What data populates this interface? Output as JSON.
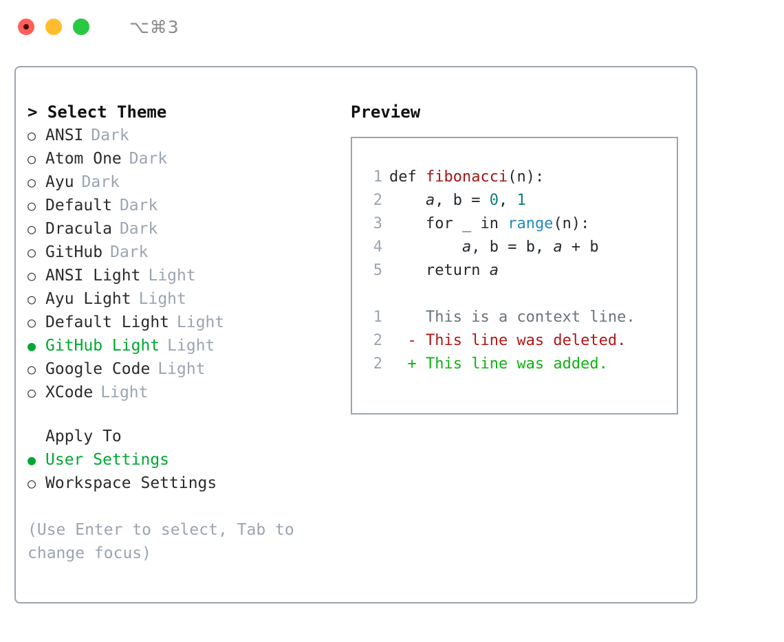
{
  "titlebar": {
    "shortcut": "⌥⌘3",
    "buttons": [
      "close",
      "minimize",
      "zoom"
    ]
  },
  "theme_picker": {
    "header": "> Select Theme",
    "items": [
      {
        "marker": "○",
        "label": "ANSI",
        "suffix": "Dark",
        "selected": false
      },
      {
        "marker": "○",
        "label": "Atom One",
        "suffix": "Dark",
        "selected": false
      },
      {
        "marker": "○",
        "label": "Ayu",
        "suffix": "Dark",
        "selected": false
      },
      {
        "marker": "○",
        "label": "Default",
        "suffix": "Dark",
        "selected": false
      },
      {
        "marker": "○",
        "label": "Dracula",
        "suffix": "Dark",
        "selected": false
      },
      {
        "marker": "○",
        "label": "GitHub",
        "suffix": "Dark",
        "selected": false
      },
      {
        "marker": "○",
        "label": "ANSI Light",
        "suffix": "Light",
        "selected": false
      },
      {
        "marker": "○",
        "label": "Ayu Light",
        "suffix": "Light",
        "selected": false
      },
      {
        "marker": "○",
        "label": "Default Light",
        "suffix": "Light",
        "selected": false
      },
      {
        "marker": "●",
        "label": "GitHub Light",
        "suffix": "Light",
        "selected": true
      },
      {
        "marker": "○",
        "label": "Google Code",
        "suffix": "Light",
        "selected": false
      },
      {
        "marker": "○",
        "label": "XCode",
        "suffix": "Light",
        "selected": false
      }
    ]
  },
  "apply_to": {
    "header": "Apply To",
    "items": [
      {
        "marker": "●",
        "label": "User Settings",
        "selected": true
      },
      {
        "marker": "○",
        "label": "Workspace Settings",
        "selected": false
      }
    ]
  },
  "help": "(Use Enter to select, Tab to change focus)",
  "preview": {
    "title": "Preview",
    "code": [
      {
        "n": "1",
        "indent": "",
        "parts": [
          {
            "t": "def ",
            "c": "plain"
          },
          {
            "t": "fibonacci",
            "c": "fn"
          },
          {
            "t": "(n):",
            "c": "plain"
          }
        ]
      },
      {
        "n": "2",
        "indent": "    ",
        "parts": [
          {
            "t": "a",
            "c": "var"
          },
          {
            "t": ", b = ",
            "c": "plain"
          },
          {
            "t": "0",
            "c": "num"
          },
          {
            "t": ", ",
            "c": "plain"
          },
          {
            "t": "1",
            "c": "num"
          }
        ]
      },
      {
        "n": "3",
        "indent": "    ",
        "parts": [
          {
            "t": "for _ in ",
            "c": "plain"
          },
          {
            "t": "range",
            "c": "kw"
          },
          {
            "t": "(n):",
            "c": "plain"
          }
        ]
      },
      {
        "n": "4",
        "indent": "        ",
        "parts": [
          {
            "t": "a",
            "c": "var"
          },
          {
            "t": ", b = b, ",
            "c": "plain"
          },
          {
            "t": "a",
            "c": "var"
          },
          {
            "t": " + b",
            "c": "plain"
          }
        ]
      },
      {
        "n": "5",
        "indent": "    ",
        "parts": [
          {
            "t": "return ",
            "c": "plain"
          },
          {
            "t": "a",
            "c": "var"
          }
        ]
      }
    ],
    "diff": [
      {
        "n": "1",
        "sign": " ",
        "text": "This is a context line.",
        "kind": "ctx"
      },
      {
        "n": "2",
        "sign": "-",
        "text": "This line was deleted.",
        "kind": "del"
      },
      {
        "n": "2",
        "sign": "+",
        "text": "This line was added.",
        "kind": "add"
      }
    ]
  },
  "colors": {
    "accent_green": "#00a832",
    "muted": "#9aa5b1",
    "border": "#9aa5b1",
    "fn_red": "#a31515",
    "num_teal": "#0e7c7b",
    "kw_blue": "#1f8ac0",
    "diff_del": "#b31616",
    "diff_add": "#11b111",
    "diff_ctx": "#6a737d"
  }
}
